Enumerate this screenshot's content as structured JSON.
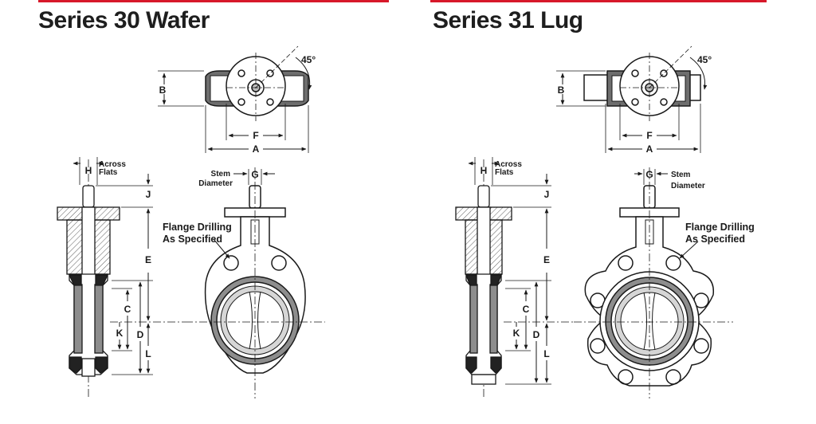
{
  "colors": {
    "accent_rule": "#d7182a",
    "line": "#1a1a1a",
    "liner_gray": "#8d8d8d"
  },
  "wafer": {
    "title": "Series 30 Wafer",
    "dims": {
      "A": "A",
      "B": "B",
      "F": "F",
      "H": "H",
      "G": "G",
      "J": "J",
      "E": "E",
      "C": "C",
      "K": "K",
      "D": "D",
      "L": "L"
    },
    "angle": "45°",
    "across_flats": [
      "Across",
      "Flats"
    ],
    "stem_diameter": [
      "Stem",
      "Diameter"
    ],
    "flange_note": [
      "Flange Drilling",
      "As Specified"
    ]
  },
  "lug": {
    "title": "Series 31 Lug",
    "dims": {
      "A": "A",
      "B": "B",
      "F": "F",
      "H": "H",
      "G": "G",
      "J": "J",
      "E": "E",
      "C": "C",
      "K": "K",
      "D": "D",
      "L": "L"
    },
    "angle": "45°",
    "across_flats": [
      "Across",
      "Flats"
    ],
    "stem_diameter": [
      "Stem",
      "Diameter"
    ],
    "flange_note": [
      "Flange Drilling",
      "As Specified"
    ]
  }
}
